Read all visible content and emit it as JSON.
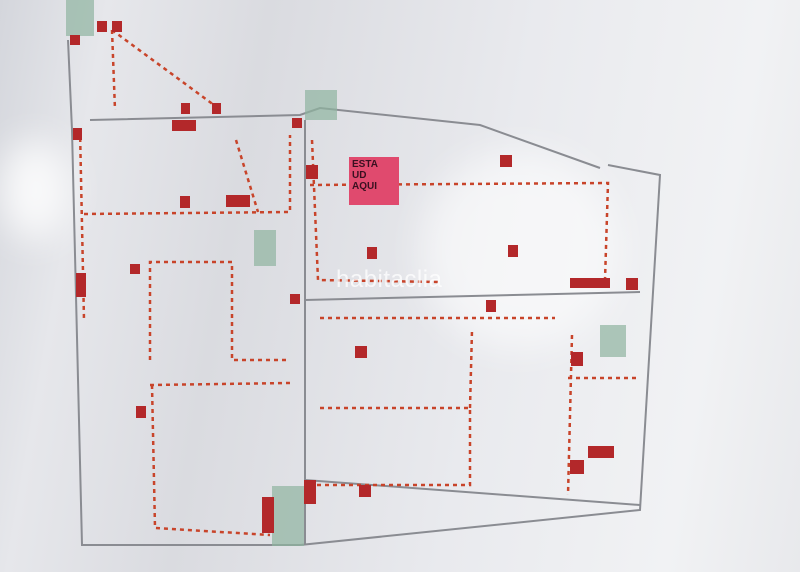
{
  "photo": {
    "subject": "Evacuation floor plan posted on a wall (parking / commercial floor)",
    "watermark": "habitaclia"
  },
  "sign": {
    "you_are_here": [
      "ESTA",
      "UD",
      "AQUI"
    ],
    "color": "#e04a6e"
  },
  "colors": {
    "route": "#c8442a",
    "symbol": "#b3282a",
    "safe_zone": "#8fb3a0",
    "wall": "#8a8c92",
    "paper": "#dcdde2"
  }
}
